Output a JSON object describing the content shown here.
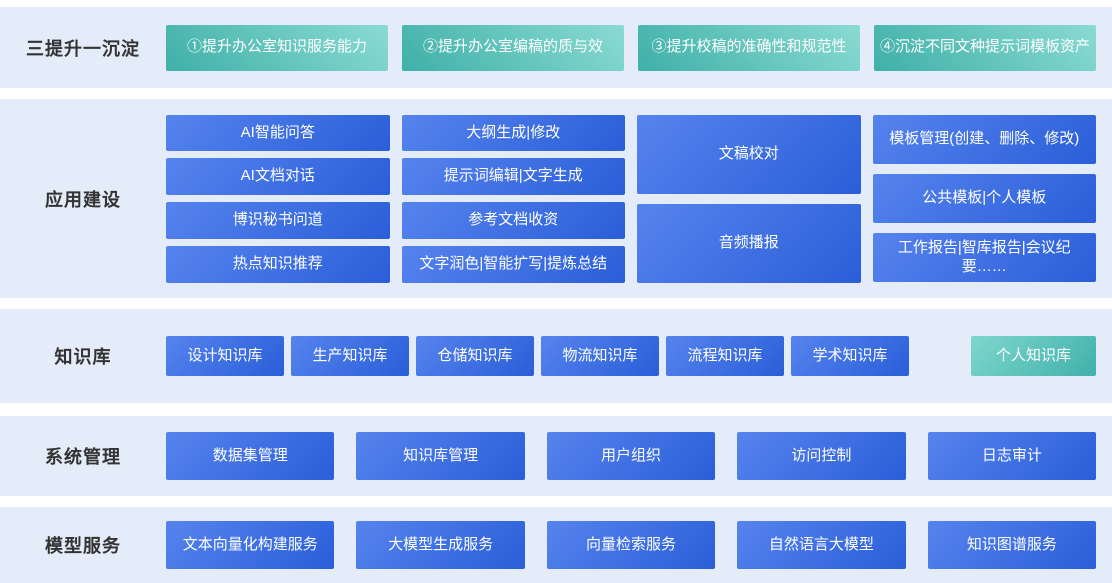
{
  "colors": {
    "page_bg": "#FFFFFF",
    "band_bg": "#E3ECF8",
    "blue_gradient": [
      "#5684EE",
      "#2A5ED8"
    ],
    "teal_gradient": [
      "#3FB0A8",
      "#8ADBD3"
    ],
    "personal_teal_gradient": [
      "#7ED7CE",
      "#40B1AA"
    ],
    "chip_text": "#FFFFFF",
    "label_text": "#333333"
  },
  "sections": {
    "highlights": {
      "label": "三提升一沉淀",
      "items": [
        "①提升办公室知识服务能力",
        "②提升办公室编稿的质与效",
        "③提升校稿的准确性和规范性",
        "④沉淀不同文种提示词模板资产"
      ]
    },
    "applications": {
      "label": "应用建设",
      "col1": [
        "AI智能问答",
        "AI文档对话",
        "博识秘书问道",
        "热点知识推荐"
      ],
      "col2": [
        "大纲生成|修改",
        "提示词编辑|文字生成",
        "参考文档收资",
        "文字润色|智能扩写|提炼总结"
      ],
      "col3": [
        "文稿校对",
        "音频播报"
      ],
      "col4": [
        "模板管理(创建、删除、修改)",
        "公共模板|个人模板",
        "工作报告|智库报告|会议纪要……"
      ]
    },
    "knowledge": {
      "label": "知识库",
      "items": [
        "设计知识库",
        "生产知识库",
        "仓储知识库",
        "物流知识库",
        "流程知识库",
        "学术知识库"
      ],
      "personal": "个人知识库"
    },
    "system": {
      "label": "系统管理",
      "items": [
        "数据集管理",
        "知识库管理",
        "用户组织",
        "访问控制",
        "日志审计"
      ]
    },
    "model": {
      "label": "模型服务",
      "items": [
        "文本向量化构建服务",
        "大模型生成服务",
        "向量检索服务",
        "自然语言大模型",
        "知识图谱服务"
      ]
    }
  }
}
